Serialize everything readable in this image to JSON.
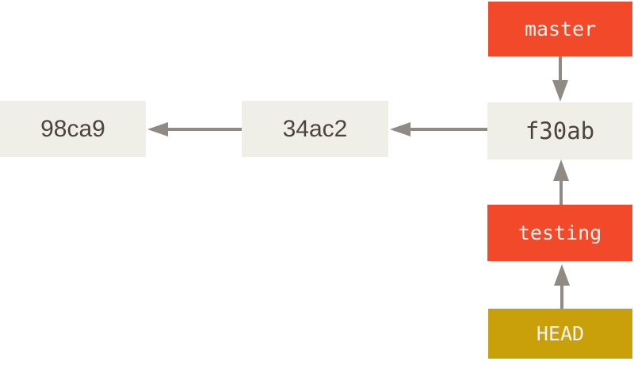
{
  "diagram": {
    "type": "git-commit-graph",
    "colors": {
      "background": "#ffffff",
      "commit_box": "#f0efe7",
      "commit_text": "#4c443c",
      "branch_box": "#f3492b",
      "head_box": "#c9a00a",
      "ref_text": "#fbf4ee",
      "arrow": "#918a82"
    },
    "commits": [
      {
        "id": "98ca9"
      },
      {
        "id": "34ac2"
      },
      {
        "id": "f30ab"
      }
    ],
    "refs": [
      {
        "name": "master",
        "kind": "branch",
        "points_to": "f30ab"
      },
      {
        "name": "testing",
        "kind": "branch",
        "points_to": "f30ab"
      },
      {
        "name": "HEAD",
        "kind": "head",
        "points_to": "testing"
      }
    ],
    "edges": [
      {
        "from": "34ac2",
        "to": "98ca9",
        "direction": "left"
      },
      {
        "from": "f30ab",
        "to": "34ac2",
        "direction": "left"
      },
      {
        "from": "master",
        "to": "f30ab",
        "direction": "down"
      },
      {
        "from": "testing",
        "to": "f30ab",
        "direction": "up"
      },
      {
        "from": "HEAD",
        "to": "testing",
        "direction": "up"
      }
    ]
  }
}
